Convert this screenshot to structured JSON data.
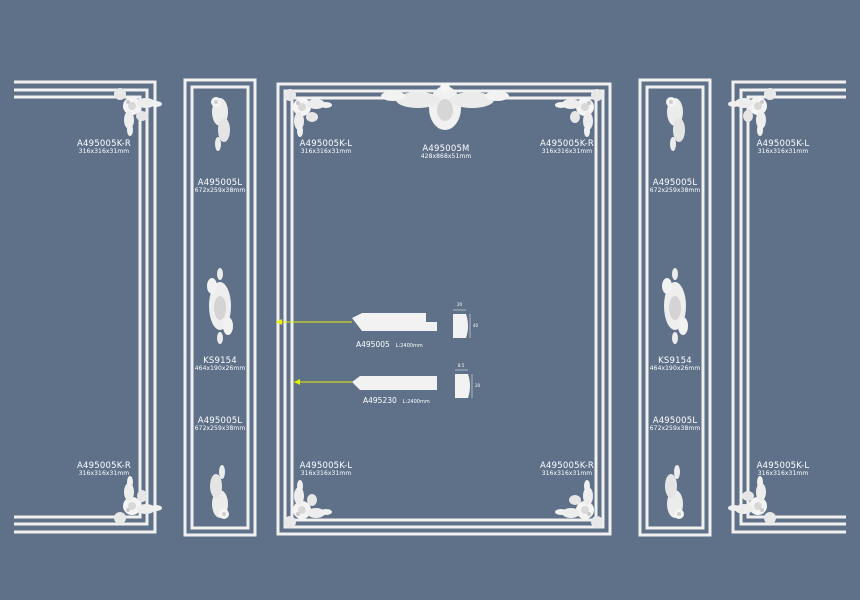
{
  "colors": {
    "background": "#5f7189",
    "molding": "#f2f2f2",
    "ornament": "#ececec",
    "arrow": "#e6f000"
  },
  "ornament_icons": [
    "corner-rosette-icon",
    "scroll-acanthus-icon",
    "cartouche-icon",
    "crest-ornament-icon"
  ],
  "labels": {
    "p1_top": {
      "code": "A495005K-R",
      "dim": "316x316x31mm"
    },
    "p1_bottom": {
      "code": "A495005K-R",
      "dim": "316x316x31mm"
    },
    "p2_top": {
      "code": "A495005L",
      "dim": "672x259x38mm"
    },
    "p2_mid": {
      "code": "KS9154",
      "dim": "464x190x26mm"
    },
    "p2_low": {
      "code": "A495005L",
      "dim": "672x259x38mm"
    },
    "c_tl": {
      "code": "A495005K-L",
      "dim": "316x316x31mm"
    },
    "c_top": {
      "code": "A495005M",
      "dim": "428x868x51mm"
    },
    "c_tr": {
      "code": "A495005K-R",
      "dim": "316x316x31mm"
    },
    "c_bl": {
      "code": "A495005K-L",
      "dim": "316x316x31mm"
    },
    "c_br": {
      "code": "A495005K-R",
      "dim": "316x316x31mm"
    },
    "p4_top": {
      "code": "A495005L",
      "dim": "672x259x38mm"
    },
    "p4_mid": {
      "code": "KS9154",
      "dim": "464x190x26mm"
    },
    "p4_low": {
      "code": "A495005L",
      "dim": "672x259x38mm"
    },
    "p5_top": {
      "code": "A495005K-L",
      "dim": "316x316x31mm"
    },
    "p5_bottom": {
      "code": "A495005K-L",
      "dim": "316x316x31mm"
    }
  },
  "profiles": {
    "a": {
      "code": "A495005",
      "length": "L:2400mm",
      "w": "20",
      "h": "40"
    },
    "b": {
      "code": "A495230",
      "length": "L:2400mm",
      "w": "8.5",
      "h": "20"
    }
  }
}
